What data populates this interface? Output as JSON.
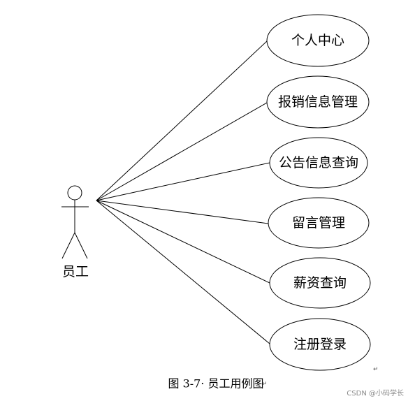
{
  "diagram": {
    "actor": {
      "label": "员工"
    },
    "use_cases": [
      {
        "label": "个人中心"
      },
      {
        "label": "报销信息管理"
      },
      {
        "label": "公告信息查询"
      },
      {
        "label": "留言管理"
      },
      {
        "label": "薪资查询"
      },
      {
        "label": "注册登录"
      }
    ],
    "caption": "图 3-7· 员工用例图",
    "paragraph_mark": "↵",
    "watermark": "CSDN @小码学长"
  }
}
